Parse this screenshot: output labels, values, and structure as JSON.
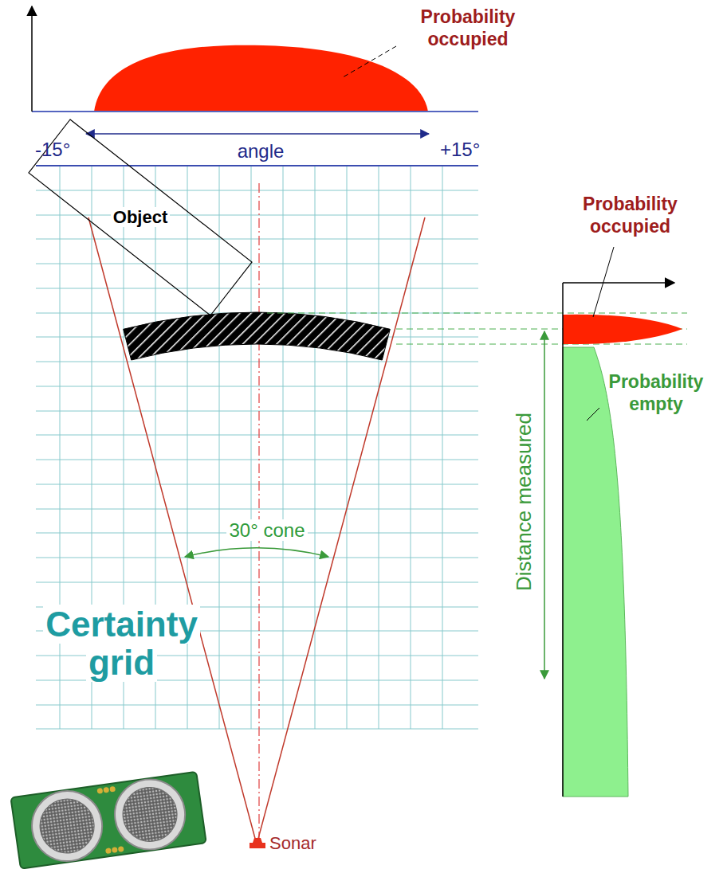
{
  "diagram": {
    "nodes": [
      {
        "text": [
          "Object"
        ]
      }
    ],
    "labels": [
      "Probability occupied",
      "-15°",
      "angle",
      "+15°",
      "Probability occupied",
      "Probability empty",
      "Distance measured",
      "30° cone",
      "Certainty grid",
      "Sonar"
    ]
  }
}
